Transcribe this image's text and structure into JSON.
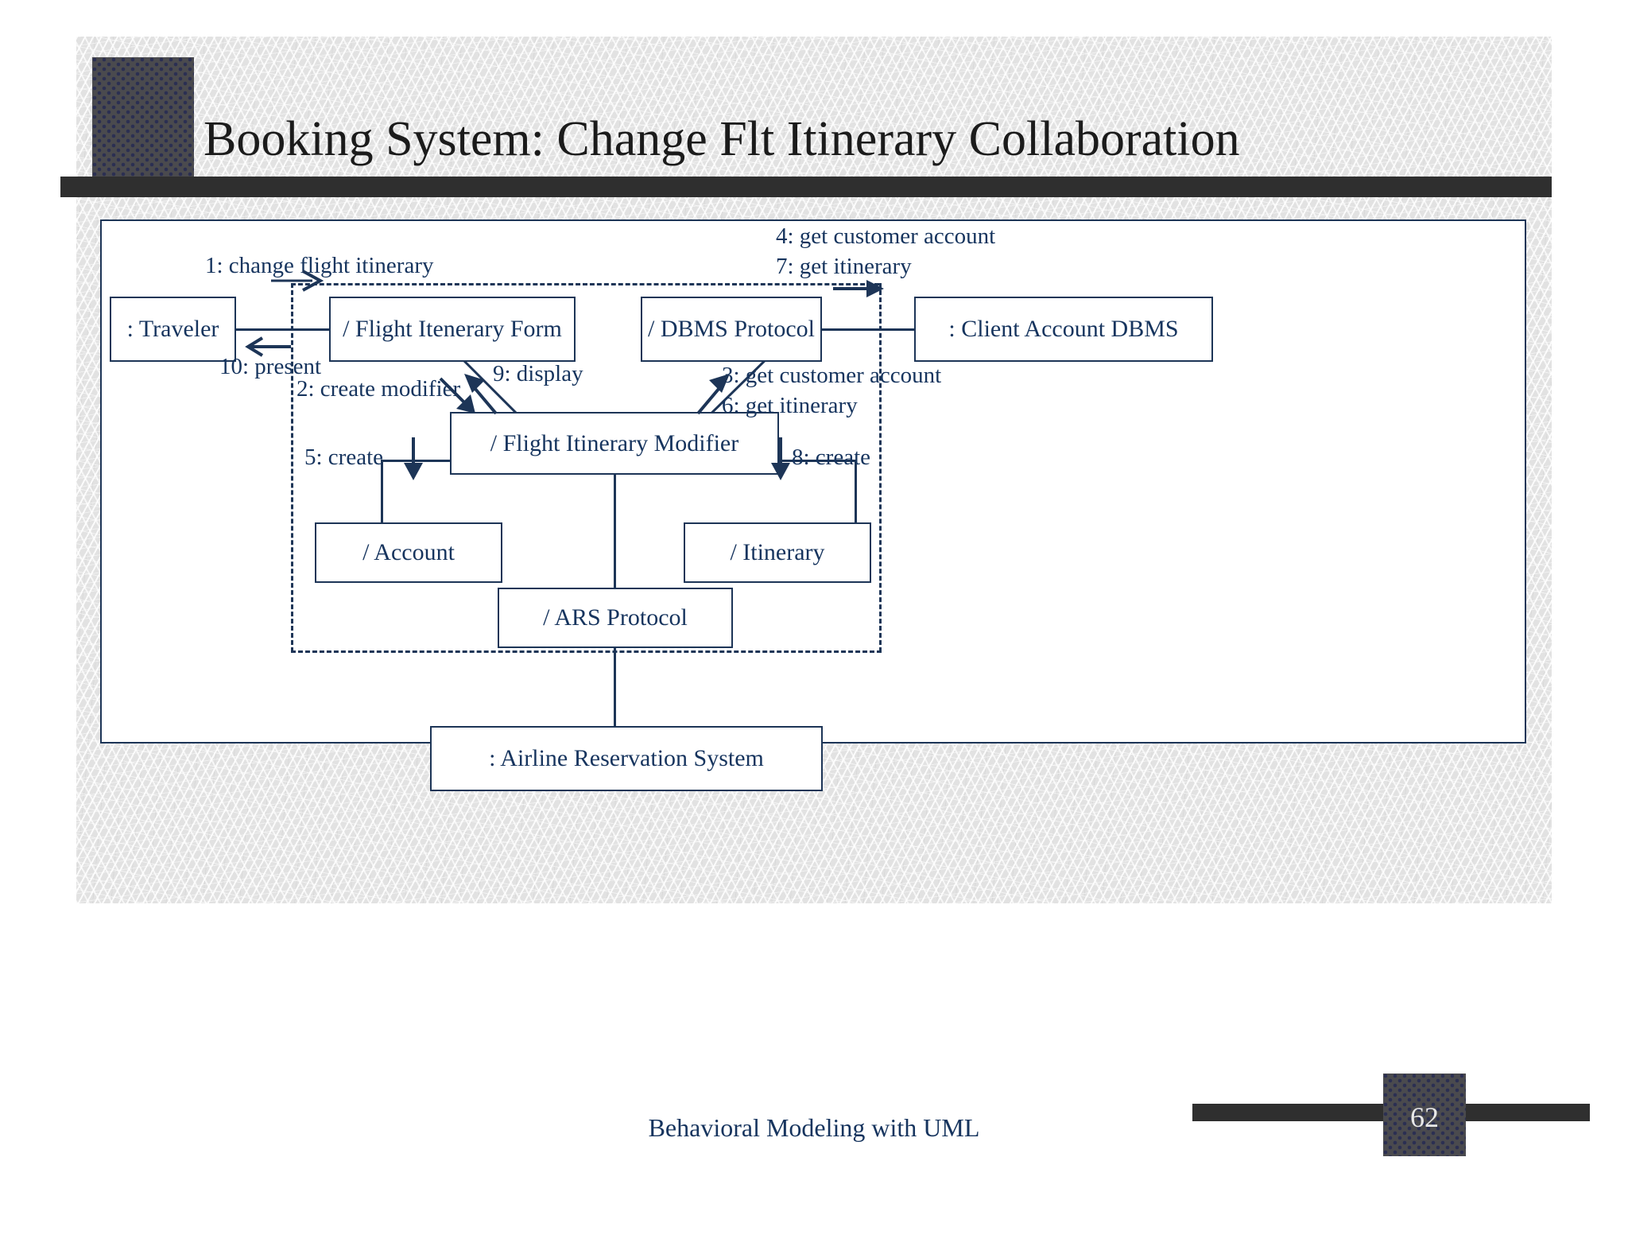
{
  "slide": {
    "title": "Booking System: Change Flt Itinerary Collaboration",
    "footer_text": "Behavioral Modeling with UML",
    "page_number": "62",
    "accent_color": "#1d3557",
    "text_color": "#16345e",
    "block_color": "#4a4a4e",
    "bar_color": "#2f2f2f",
    "background_color": "#e2e2e2"
  },
  "diagram": {
    "type": "uml-collaboration-diagram",
    "nodes": [
      {
        "id": "traveler",
        "label": ": Traveler"
      },
      {
        "id": "form",
        "label": "/ Flight Itenerary Form"
      },
      {
        "id": "dbms-protocol",
        "label": "/ DBMS Protocol"
      },
      {
        "id": "client-dbms",
        "label": ": Client Account DBMS"
      },
      {
        "id": "modifier",
        "label": "/ Flight Itinerary Modifier"
      },
      {
        "id": "account",
        "label": "/ Account"
      },
      {
        "id": "itinerary",
        "label": "/ Itinerary"
      },
      {
        "id": "ars-protocol",
        "label": "/ ARS Protocol"
      },
      {
        "id": "ars",
        "label": ": Airline Reservation System"
      }
    ],
    "messages": [
      {
        "seq": "1",
        "label": "1: change flight itinerary"
      },
      {
        "seq": "2",
        "label": "2: create modifier"
      },
      {
        "seq": "3",
        "label": "3: get customer account"
      },
      {
        "seq": "4",
        "label": "4: get customer account"
      },
      {
        "seq": "5",
        "label": "5: create"
      },
      {
        "seq": "6",
        "label": "6: get itinerary"
      },
      {
        "seq": "7",
        "label": "7: get itinerary"
      },
      {
        "seq": "8",
        "label": "8: create"
      },
      {
        "seq": "9",
        "label": "9: display"
      },
      {
        "seq": "10",
        "label": "10: present"
      }
    ]
  }
}
